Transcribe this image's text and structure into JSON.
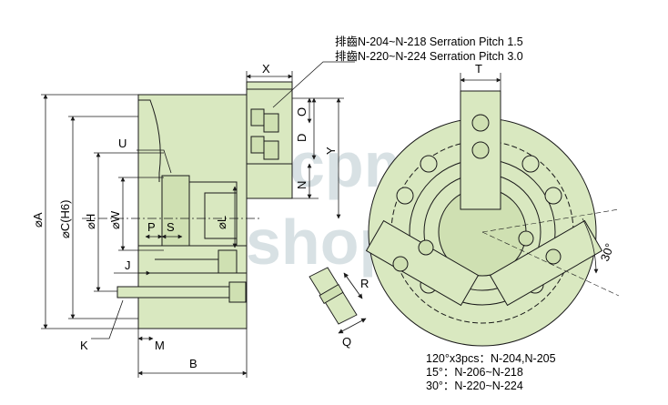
{
  "header_notes": {
    "line1_prefix": "排齒",
    "line1": "N-204~N-218 Serration Pitch 1.5",
    "line2_prefix": "排齒",
    "line2": "N-220~N-224 Serration Pitch 3.0"
  },
  "labels": {
    "X": "X",
    "U": "U",
    "K": "K",
    "J": "J",
    "M": "M",
    "B": "B",
    "P": "P",
    "S": "S",
    "L": "⌀L",
    "W": "⌀W",
    "H": "⌀H",
    "C": "⌀C(H6)",
    "A": "⌀A",
    "O": "O",
    "D": "D",
    "N": "N",
    "Y": "Y",
    "T": "T",
    "R": "R",
    "Q": "Q",
    "angle": "30°"
  },
  "angle_notes": [
    "120°x3pcs：N-204,N-205",
    "15°：N-206~N-218",
    "30°：N-220~N-224"
  ],
  "watermark": {
    "top": "cpm",
    "bottom": "shop"
  },
  "colors": {
    "fill": "#d9e8c0",
    "line": "#1a1a1a",
    "hatch": "#3a3a3a"
  }
}
